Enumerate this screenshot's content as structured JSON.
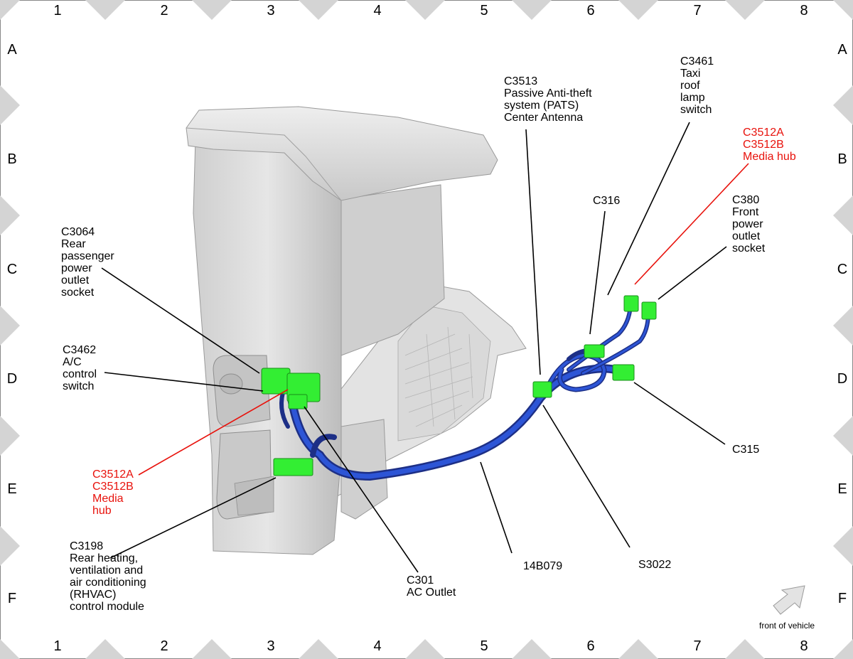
{
  "grid": {
    "columns": [
      "1",
      "2",
      "3",
      "4",
      "5",
      "6",
      "7",
      "8"
    ],
    "rows": [
      "A",
      "B",
      "C",
      "D",
      "E",
      "F"
    ]
  },
  "callouts": {
    "c3064": "C3064\nRear\npassenger\npower\noutlet\nsocket",
    "c3462": "C3462\nA/C\ncontrol\nswitch",
    "media_hub_left": "C3512A\nC3512B\nMedia\nhub",
    "c3198": "C3198\nRear heating,\nventilation and\nair conditioning\n(RHVAC)\ncontrol module",
    "c301": "C301\nAC Outlet",
    "harness_14b079": "14B079",
    "s3022": "S3022",
    "c315": "C315",
    "c380": "C380\nFront\npower\noutlet\nsocket",
    "media_hub_right": "C3512A\nC3512B\nMedia hub",
    "c3461": "C3461\nTaxi\nroof\nlamp\nswitch",
    "c316": "C316",
    "c3513": "C3513\nPassive Anti-theft\nsystem (PATS)\nCenter Antenna"
  },
  "orientation": {
    "label": "front of vehicle"
  },
  "colors": {
    "connector": "#33ee33",
    "harness": "#1e3fb0",
    "highlight": "#e8120c",
    "console": "#d6d6d6"
  }
}
